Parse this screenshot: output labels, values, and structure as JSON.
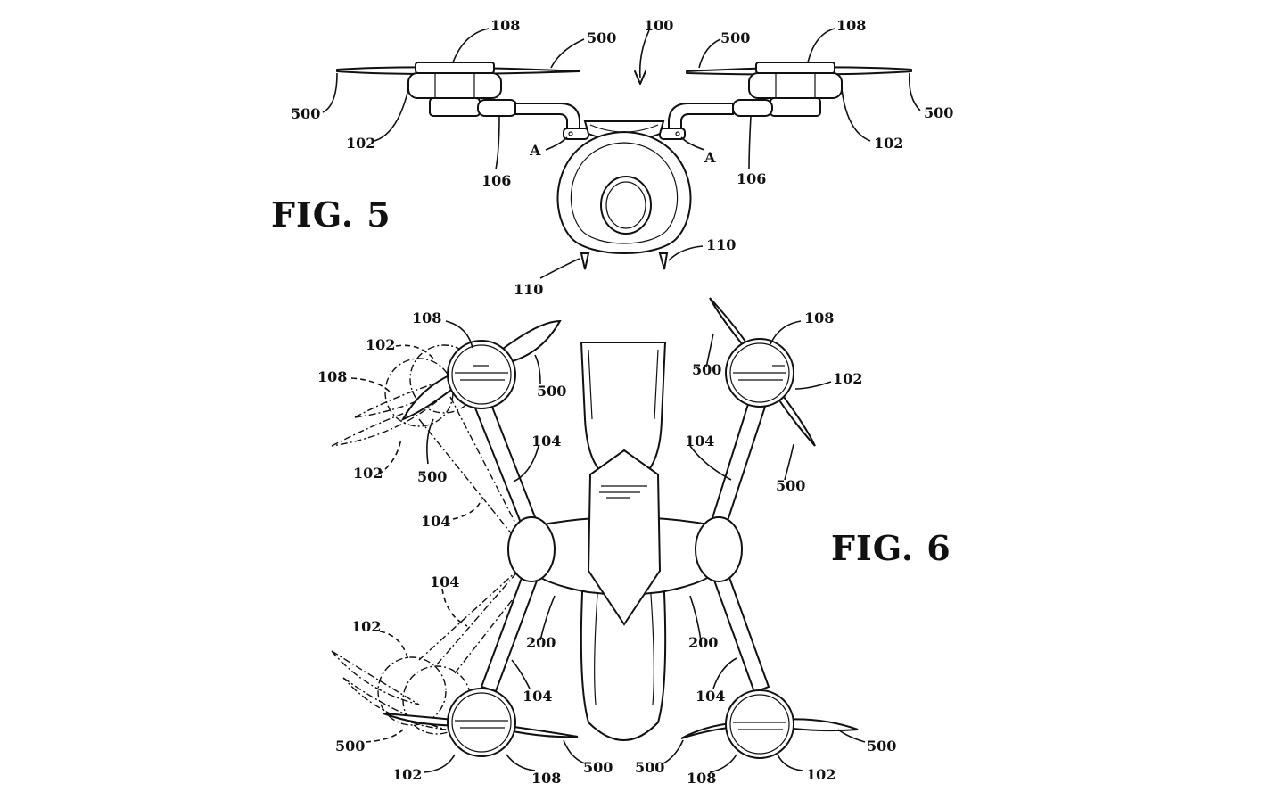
{
  "figures": {
    "fig5_title": "FIG. 5",
    "fig6_title": "FIG. 6"
  },
  "labels": {
    "fig5": {
      "n100": "100",
      "n108_left": "108",
      "n108_right": "108",
      "n500_tl": "500",
      "n500_tr": "500",
      "n500_left": "500",
      "n500_right": "500",
      "n102_left": "102",
      "n102_right": "102",
      "n106_left": "106",
      "n106_right": "106",
      "a_left": "A",
      "a_right": "A",
      "n110_right": "110",
      "n110_bottom": "110"
    },
    "fig6": {
      "n108_tl": "108",
      "n102_tl_ghost": "102",
      "n108_ghost": "108",
      "n500_tl": "500",
      "n102_ghost_low": "102",
      "n500_ghost_low": "500",
      "n104_tl": "104",
      "n104_ghost": "104",
      "n108_tr": "108",
      "n500_tr": "500",
      "n102_tr": "102",
      "n104_tr": "104",
      "n500_tr_low": "500",
      "n104_ghost_bl": "104",
      "n102_bl_ghost": "102",
      "n200_left": "200",
      "n200_right": "200",
      "n104_bl": "104",
      "n104_br": "104",
      "n500_bl_ghost": "500",
      "n102_bl": "102",
      "n108_bl": "108",
      "n500_bl": "500",
      "n500_br_left": "500",
      "n108_br": "108",
      "n102_br": "102",
      "n500_br": "500"
    }
  }
}
